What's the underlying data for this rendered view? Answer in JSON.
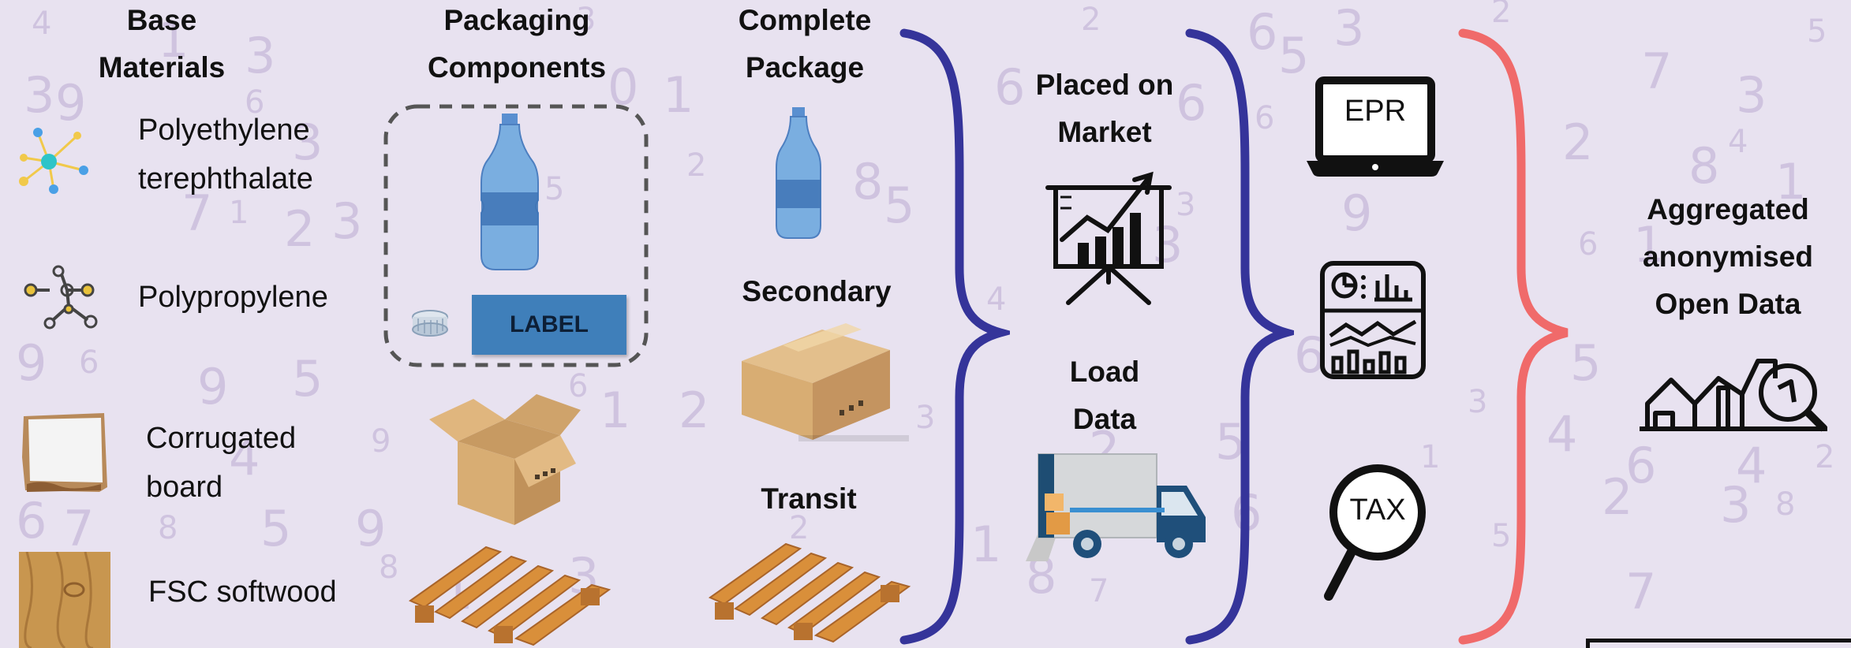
{
  "columns": {
    "base_materials": {
      "heading_line1": "Base",
      "heading_line2": "Materials",
      "items": [
        {
          "line1": "Polyethylene",
          "line2": "terephthalate"
        },
        {
          "line1": "Polypropylene",
          "line2": ""
        },
        {
          "line1": "Corrugated",
          "line2": "board"
        },
        {
          "line1": "FSC softwood",
          "line2": ""
        }
      ]
    },
    "packaging_components": {
      "heading_line1": "Packaging",
      "heading_line2": "Components",
      "label_text": "LABEL"
    },
    "complete_package": {
      "heading_line1": "Complete",
      "heading_line2": "Package",
      "secondary": "Secondary",
      "transit": "Transit"
    },
    "market": {
      "placed_line1": "Placed on",
      "placed_line2": "Market",
      "load_line1": "Load",
      "load_line2": "Data"
    },
    "outputs": {
      "epr": "EPR",
      "tax": "TAX"
    },
    "result": {
      "line1": "Aggregated",
      "line2": "anonymised",
      "line3": "Open Data"
    }
  },
  "colors": {
    "background": "#e8e2f0",
    "navy_brace": "#35349a",
    "red_brace": "#f06a6a",
    "label_blue": "#3f7fba",
    "bottle_blue": "#7aaee0",
    "cardboard": "#d8ad73",
    "wood": "#d98f3a",
    "bg_digits": "#cfc3df"
  },
  "background_digits": [
    "4",
    "1",
    "3",
    "3",
    "0",
    "6",
    "2",
    "5",
    "3",
    "2",
    "7",
    "3",
    "5",
    "3",
    "9",
    "6",
    "3",
    "1",
    "2",
    "6",
    "6",
    "6",
    "2",
    "8",
    "4",
    "1",
    "7",
    "1",
    "2",
    "3",
    "5",
    "8",
    "5",
    "3",
    "3",
    "9",
    "6",
    "1",
    "9",
    "6",
    "9",
    "5",
    "6",
    "1",
    "3",
    "4",
    "6",
    "5",
    "3",
    "4",
    "4",
    "9",
    "2",
    "6",
    "3",
    "2",
    "5",
    "1",
    "6",
    "4",
    "2",
    "6",
    "7",
    "8",
    "5",
    "9",
    "8",
    "1",
    "3",
    "2",
    "1",
    "8",
    "7",
    "6",
    "4",
    "5",
    "2",
    "3",
    "8",
    "7"
  ]
}
